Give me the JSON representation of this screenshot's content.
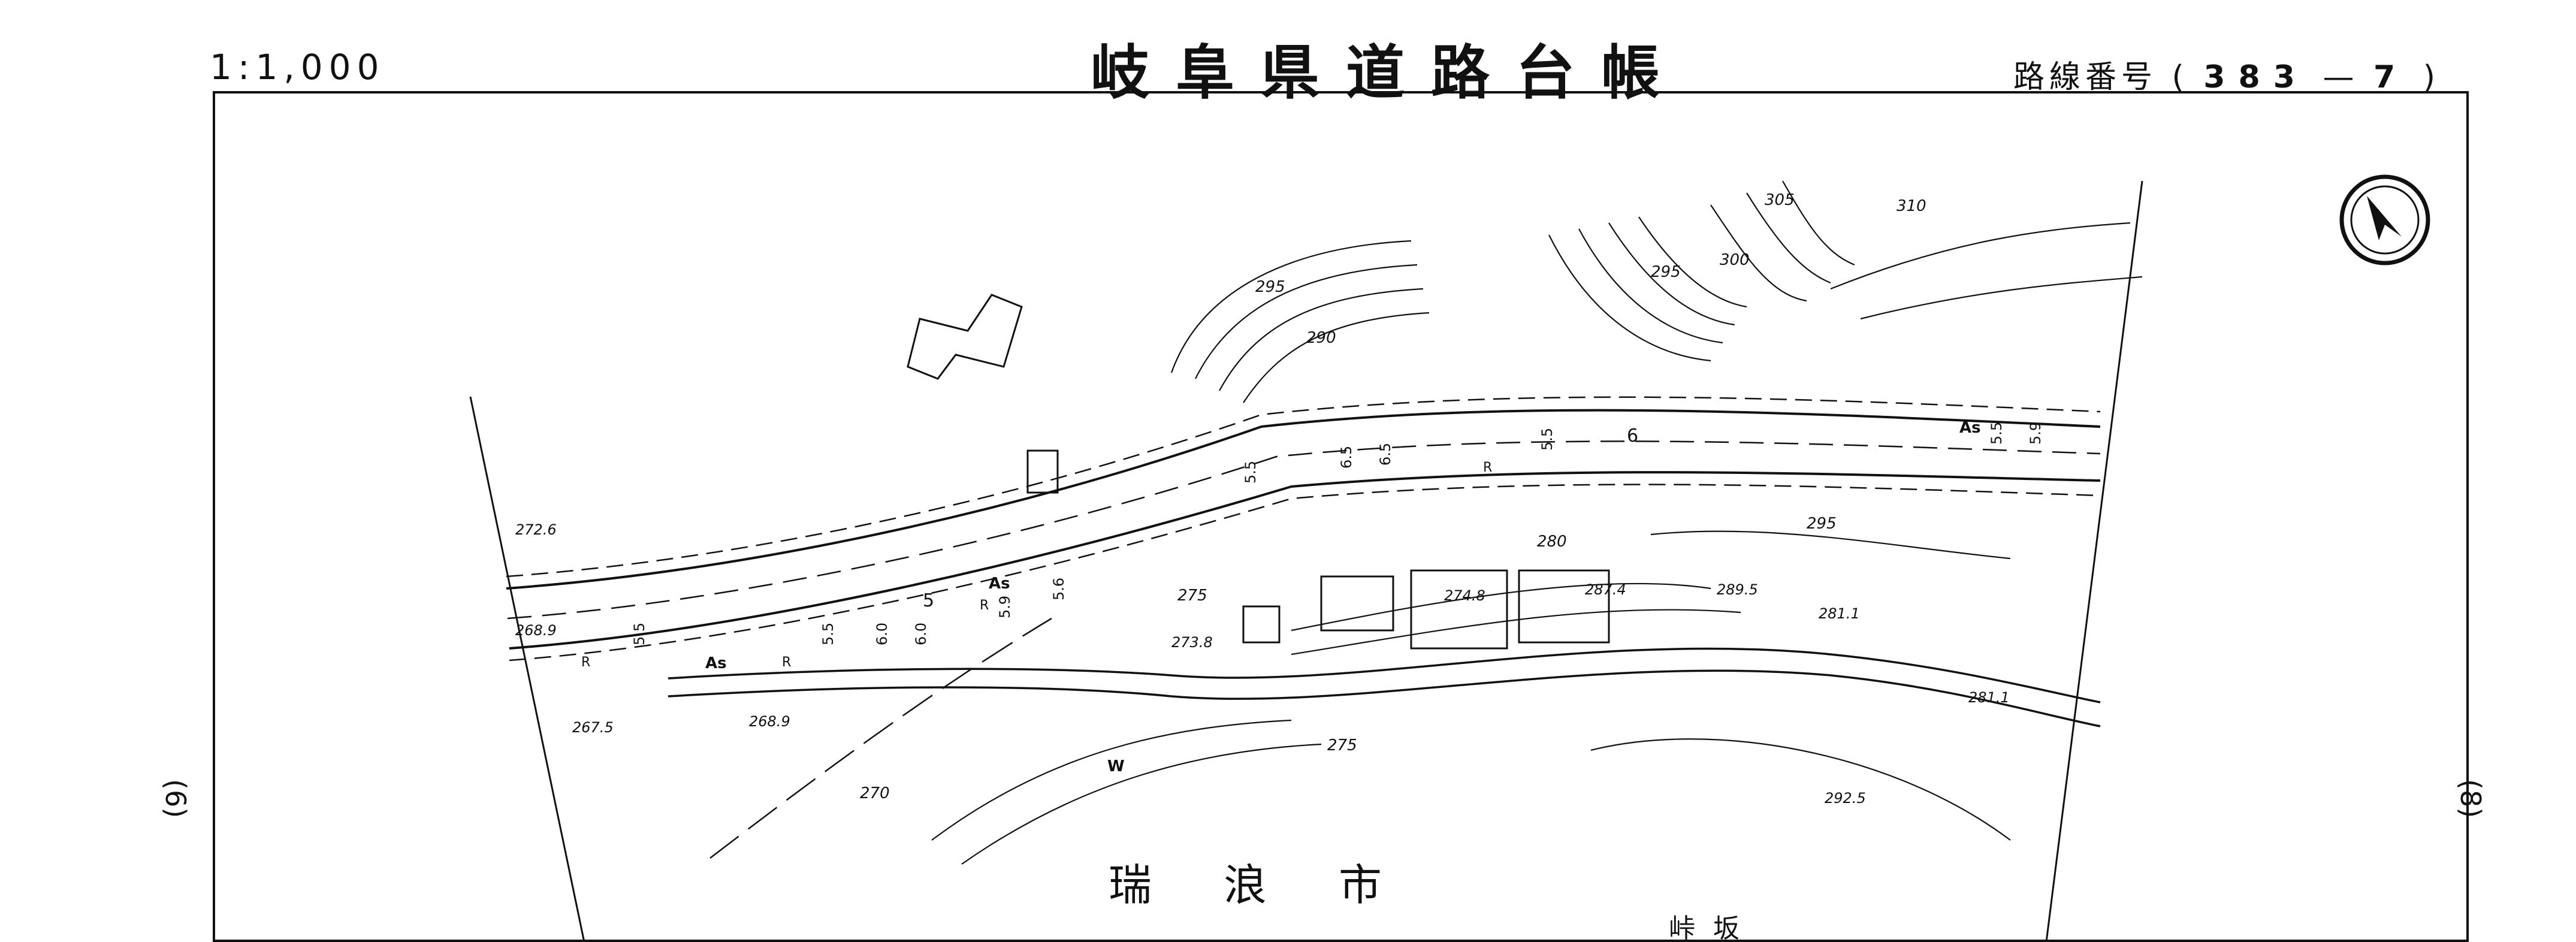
{
  "header": {
    "scale": "1:1,000",
    "title": "岐阜県道路台帳",
    "route_label": "路線番号",
    "route_number": "383",
    "route_dash": "—",
    "route_sheet": "7"
  },
  "margins": {
    "left_sheet": "6",
    "right_sheet": "8"
  },
  "map": {
    "contour_labels": [
      "295",
      "290",
      "300",
      "305",
      "310",
      "295",
      "295",
      "280",
      "275",
      "275",
      "270"
    ],
    "spot_heights": [
      "272.6",
      "268.9",
      "267.5",
      "268.9",
      "273.8",
      "274.8",
      "287.4",
      "289.5",
      "281.1",
      "281.1",
      "292.5"
    ],
    "road_labels": [
      "As",
      "As",
      "As",
      "R",
      "R",
      "R",
      "R",
      "W"
    ],
    "road_widths": [
      "5",
      "5.5",
      "5.9",
      "6.0",
      "6.0",
      "5.6",
      "5.5",
      "6.5",
      "6.5",
      "5.5",
      "6",
      "5.5",
      "5.9",
      "5.5"
    ],
    "city_name": "瑞浪市",
    "district_name": "峠坂"
  },
  "colors": {
    "ink": "#111111",
    "paper": "#ffffff"
  },
  "icons": [
    "north-arrow-icon"
  ]
}
